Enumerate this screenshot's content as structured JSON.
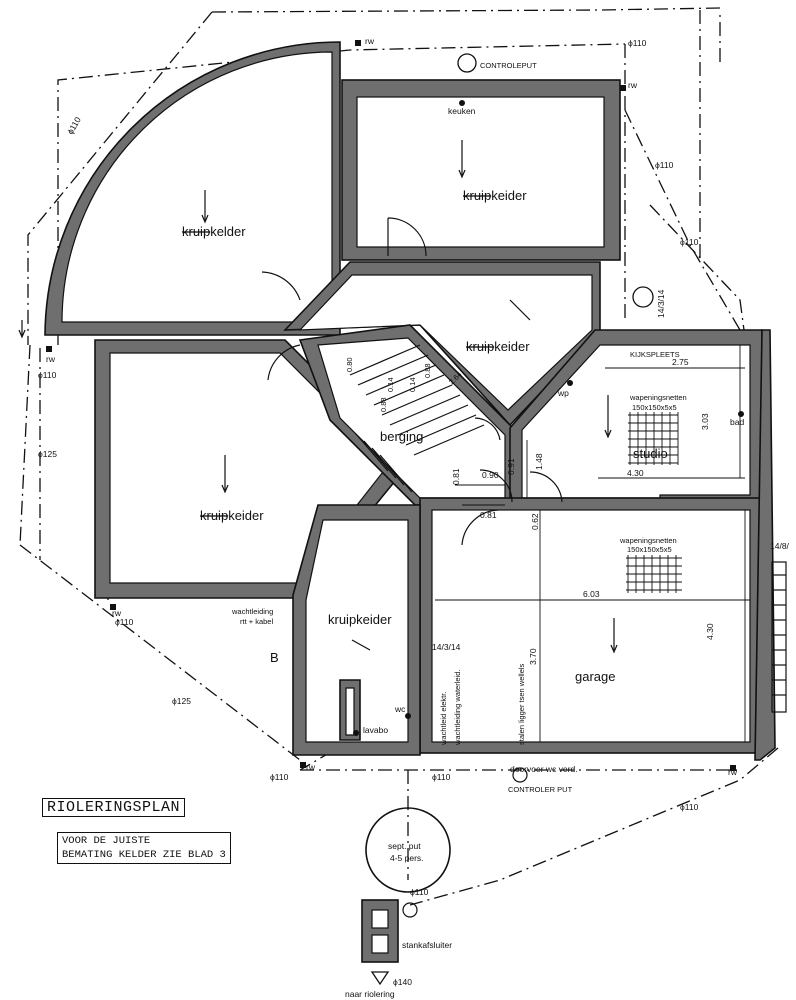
{
  "title": "RIOLERINGSPLAN",
  "note": [
    "VOOR DE JUISTE",
    "BEMATING KELDER ZIE BLAD 3"
  ],
  "rooms": {
    "kruip_nw": {
      "struck": "kruip",
      "rest": "kelder"
    },
    "kruip_n": {
      "struck": "kruip",
      "rest": "keider"
    },
    "kruip_c": {
      "struck": "kruip",
      "rest": "keider"
    },
    "kruip_w": {
      "struck": "kruip",
      "rest": "keider"
    },
    "kruip_sw": "kruipkeider",
    "berging": "berging",
    "studio": "studio",
    "garage": "garage"
  },
  "labels": {
    "keuken": "keuken",
    "controleput": "CONTROLEPUT",
    "controleput_2": "CONTROLER PUT",
    "rw": "rw",
    "wp": "wp",
    "bad": "bad",
    "wc": "wc",
    "lavabo": "lavabo",
    "wachtleiding_rtt": "wachtleiding",
    "wachtleiding_rtt_2": "rtt + kabel",
    "wachtleiding_elektr": "wachtleid elektr.",
    "wachtleiding_water": "wachtleiding waterleid.",
    "stalen_ligger": "stalen ligger tsen wellels",
    "wapeningsnetten_1": "wapeningsnetten",
    "wapeningsnetten_1b": "150x150x5x5",
    "wapeningsnetten_2": "wapeningsnetten",
    "wapeningsnetten_2b": "150x150x5x5",
    "doorvoer": "doorvoer wc verd.",
    "sept_put_1": "sept. put",
    "sept_put_2": "4-5 pers.",
    "stankafsluiter": "stankafsluiter",
    "naar_riolering": "naar riolering",
    "section_b": "B",
    "kijkspleet": "KIJKSPLEETS"
  },
  "pipes": {
    "d110": "ϕ110",
    "d125": "ϕ125",
    "d140": "ϕ140",
    "slope_1": "14/3/14",
    "slope_2": "14/3/14",
    "slope_3": "14/8/"
  },
  "dimensions": {
    "d_275": "2.75",
    "d_303": "3.03",
    "d_430a": "4.30",
    "d_603": "6.03",
    "d_430b": "4.30",
    "d_370": "3.70",
    "d_090": "0.90",
    "d_081a": "0.81",
    "d_081b": "0.81",
    "d_091": "0.91",
    "d_148": "1.48",
    "d_062": "0.62",
    "d_080": "0.80",
    "d_088a": "0.88",
    "d_088b": "0.88",
    "d_014a": "0.14",
    "d_014b": "0.14",
    "d_264": "2.64"
  }
}
